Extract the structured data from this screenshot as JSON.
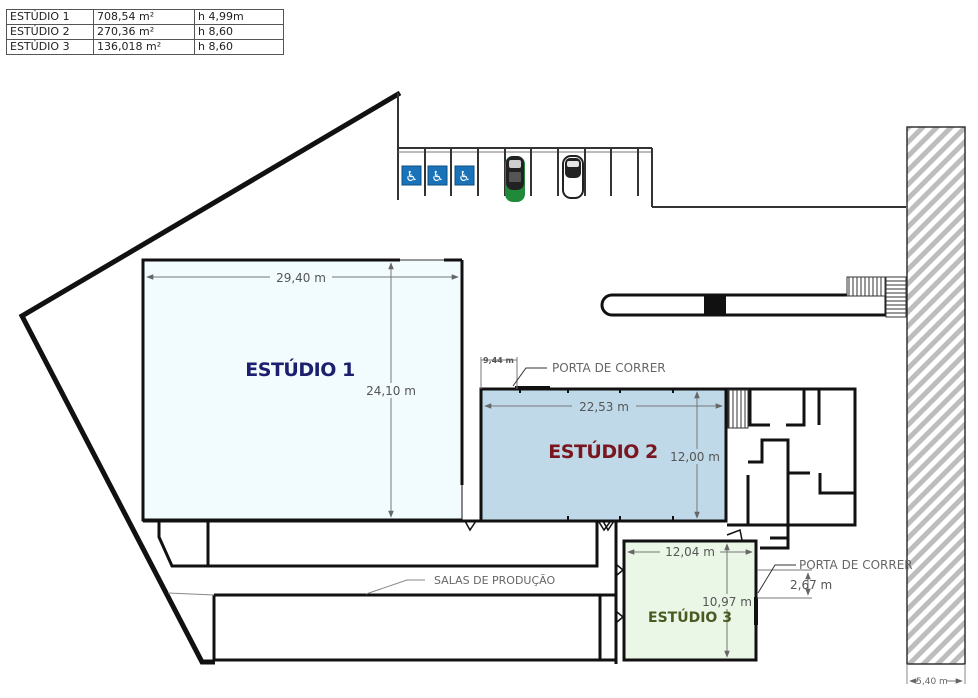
{
  "area_table": {
    "rows": [
      {
        "name": "ESTÚDIO 1",
        "area": "708,54 m²",
        "height": "h 4,99m"
      },
      {
        "name": "ESTÚDIO 2",
        "area": "270,36 m²",
        "height": "h 8,60"
      },
      {
        "name": "ESTÚDIO 3",
        "area": "136,018 m²",
        "height": "h 8,60"
      }
    ]
  },
  "studios": {
    "s1": {
      "label": "ESTÚDIO 1",
      "width": "29,40 m",
      "depth": "24,10 m",
      "fill": "#f2fbfd",
      "text_color": "#1b1f6e"
    },
    "s2": {
      "label": "ESTÚDIO 2",
      "width": "22,53 m",
      "depth": "12,00 m",
      "fill": "#bfd9e8",
      "text_color": "#7a1620"
    },
    "s3": {
      "label": "ESTÚDIO 3",
      "width": "12,04 m",
      "depth": "10,97 m",
      "fill": "#eaf6e6",
      "text_color": "#4a5a22"
    }
  },
  "annotations": {
    "sliding_door_1": "PORTA DE CORRER",
    "sliding_door_1_offset": "9,44 m",
    "sliding_door_2": "PORTA DE CORRER",
    "sliding_door_2_width": "2,67 m",
    "production_rooms": "SALAS DE PRODUÇÃO",
    "wall_thickness": "5,40 m"
  },
  "parking": {
    "accessible_spaces": 3,
    "cars": [
      {
        "color": "#1f8a3a"
      },
      {
        "color": "#ffffff"
      }
    ],
    "accessible_color": "#1a73b8"
  },
  "colors": {
    "wall": "#111111",
    "dimension_line": "#777777",
    "hatch": "#9a9a9a"
  }
}
